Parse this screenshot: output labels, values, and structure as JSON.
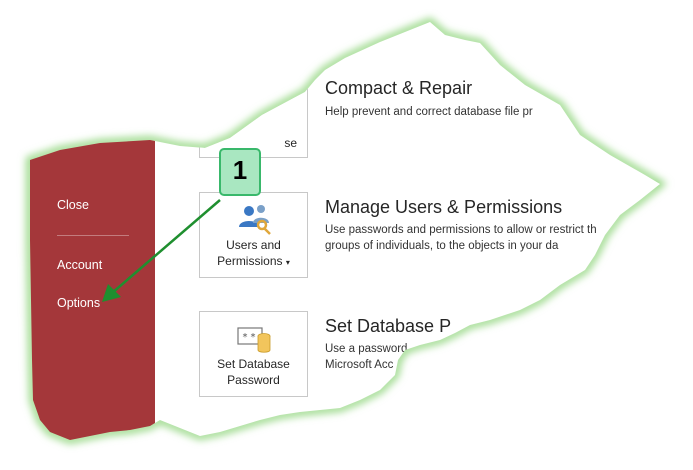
{
  "sidebar": {
    "items": [
      {
        "label": "Close"
      },
      {
        "label": "Account"
      },
      {
        "label": "Options"
      }
    ]
  },
  "compact": {
    "title": "Compact & Repair",
    "description": "Help prevent and correct database file pr",
    "tile_label_fragment": "se"
  },
  "users": {
    "title": "Manage Users & Permissions",
    "description_line1": "Use passwords and permissions to allow or restrict th",
    "description_line2": "groups of individuals, to the objects in your da",
    "tile_label_line1": "Users and",
    "tile_label_line2": "Permissions",
    "tile_caret": "▾"
  },
  "password": {
    "title": "Set Database P",
    "description_line1": "Use a password",
    "description_line2": "Microsoft Acc",
    "tile_label_line1": "Set Database",
    "tile_label_line2": "Password"
  },
  "callout": {
    "number": "1"
  },
  "colors": {
    "sidebar": "#a4373a",
    "callout_fill": "#a9e7c1",
    "callout_border": "#39b86b",
    "arrow": "#1f8f2f",
    "glow": "#9bd98a"
  }
}
